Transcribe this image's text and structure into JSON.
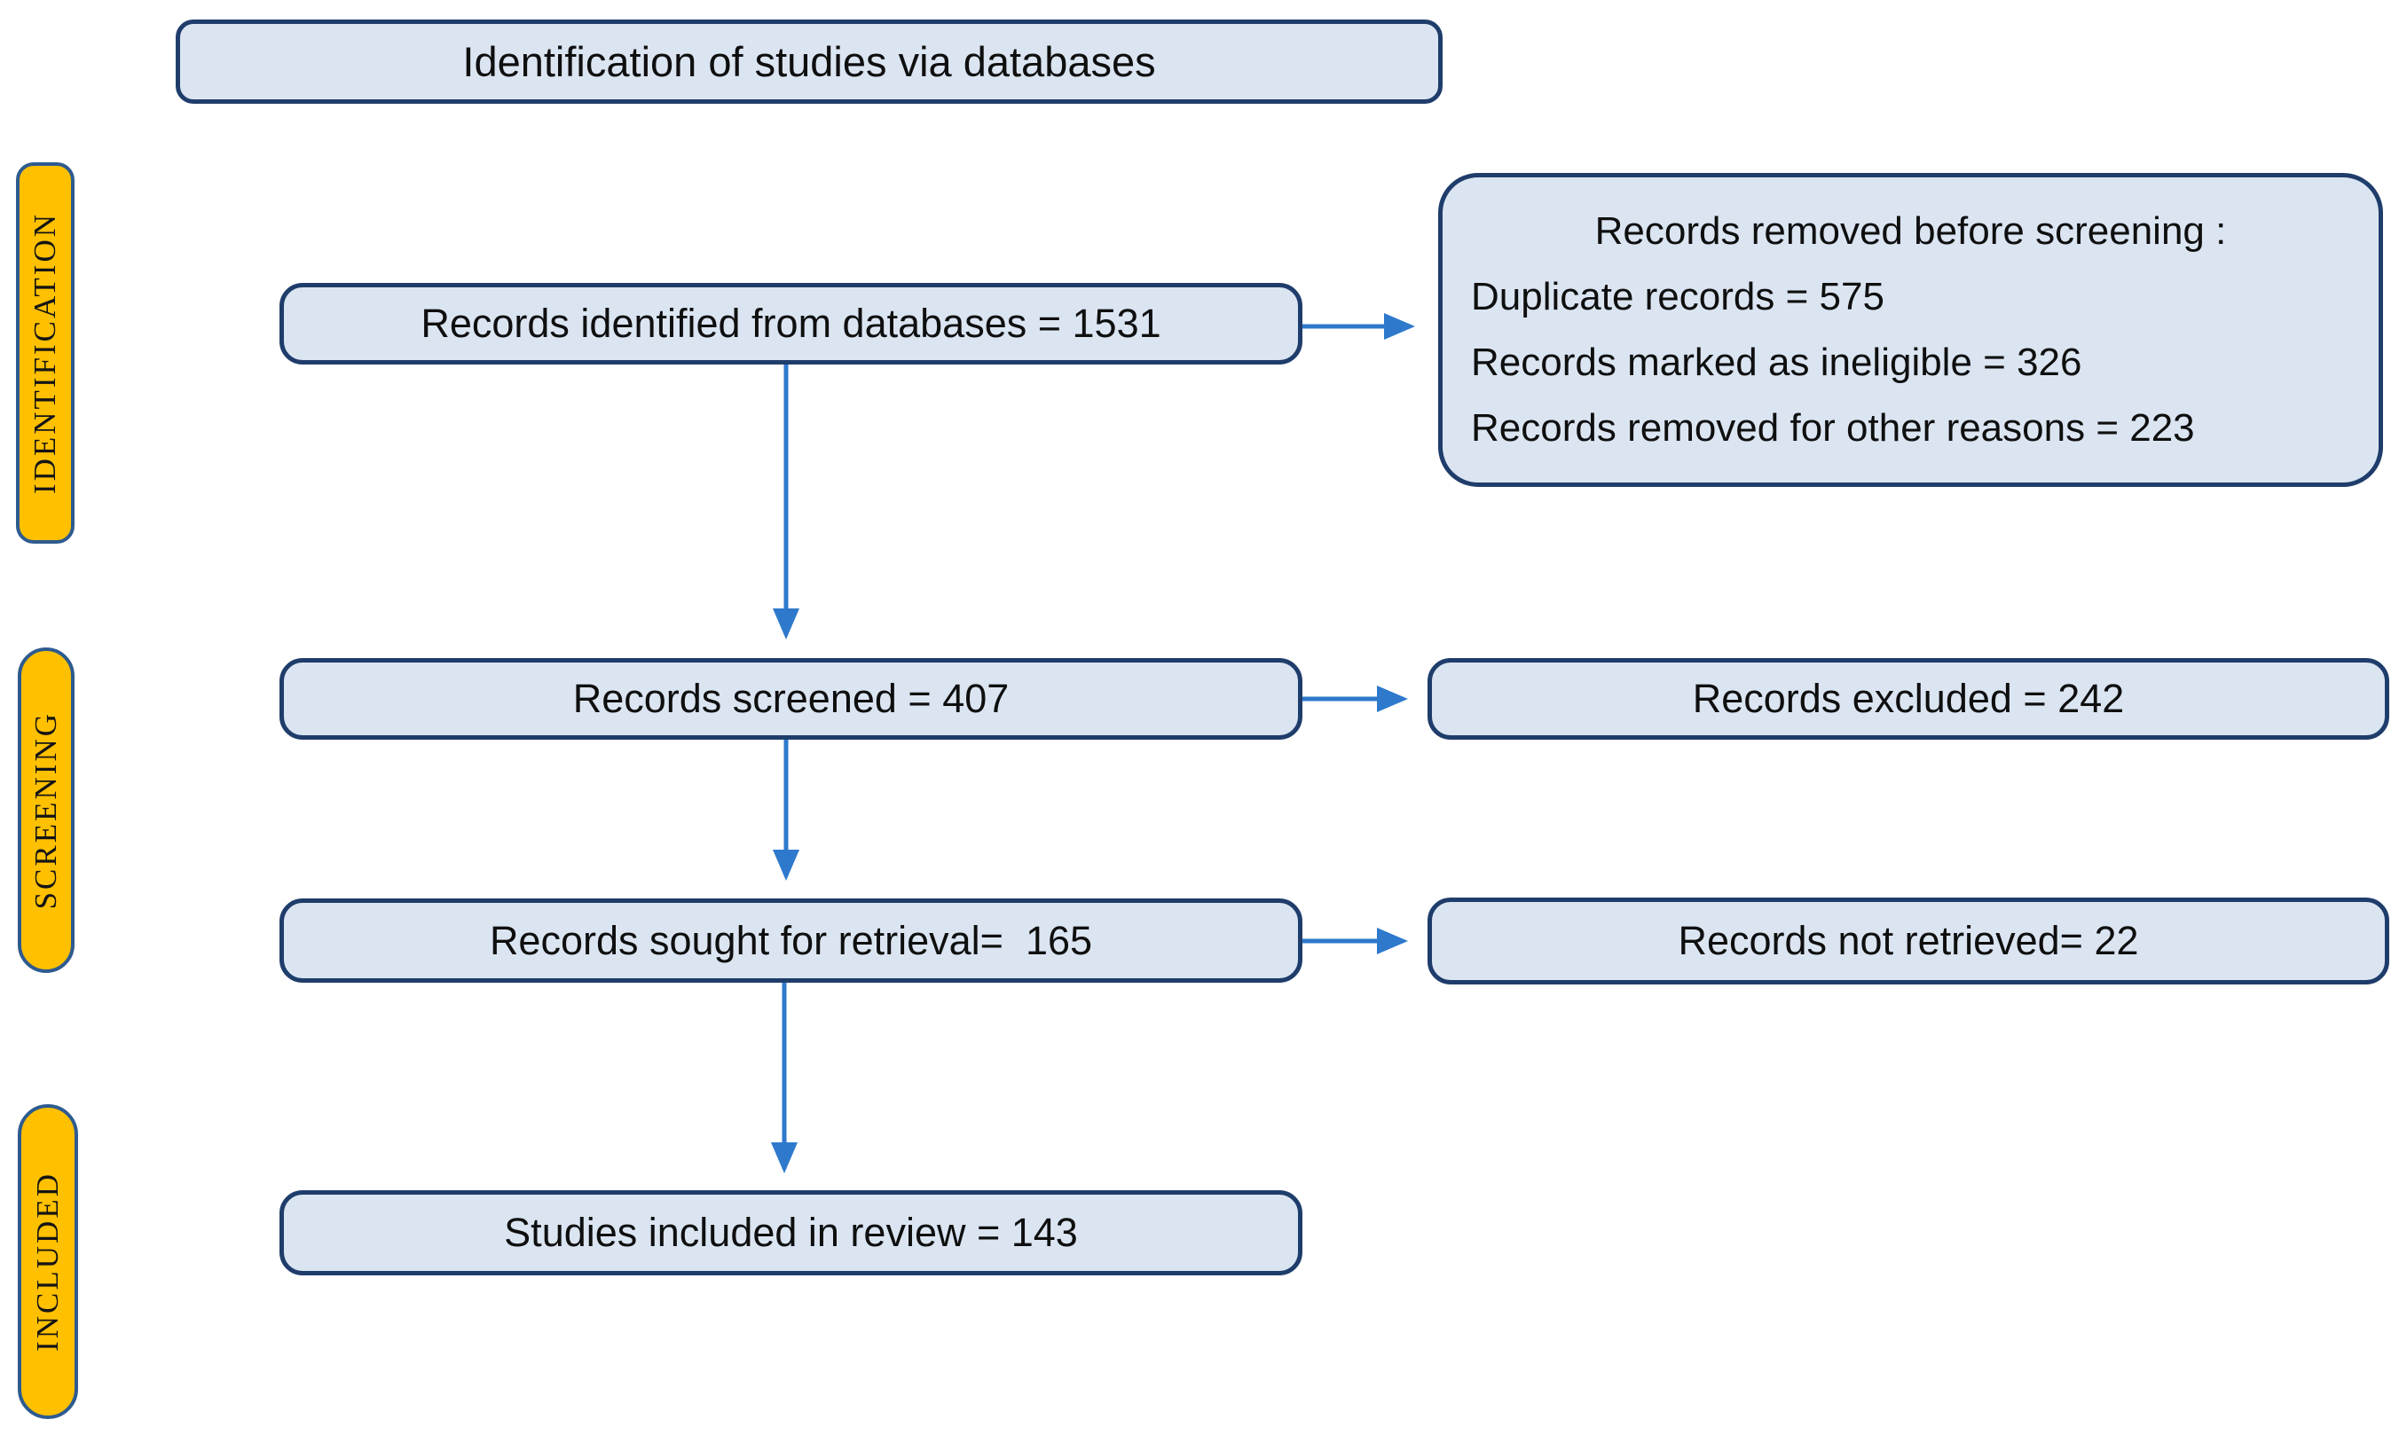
{
  "diagram": {
    "title": "Identification of studies via databases",
    "stage_labels": [
      {
        "id": "identification",
        "label": "IDENTIFICATION"
      },
      {
        "id": "screening",
        "label": "SCREENING"
      },
      {
        "id": "included",
        "label": "INCLUDED"
      }
    ],
    "main_flow": [
      {
        "label": "Records identified from databases = 1531",
        "value": 1531
      },
      {
        "label": "Records screened = 407",
        "value": 407
      },
      {
        "label": "Records sought for retrieval=  165",
        "value": 165
      },
      {
        "label": "Studies included in review = 143",
        "value": 143
      }
    ],
    "side_boxes": [
      {
        "heading": "Records removed before screening :",
        "lines": [
          "Duplicate records = 575",
          "Records marked as ineligible = 326",
          "Records removed for other reasons = 223"
        ],
        "values": [
          575,
          326,
          223
        ]
      },
      {
        "label": "Records excluded = 242",
        "value": 242
      },
      {
        "label": "Records not retrieved= 22",
        "value": 22
      }
    ],
    "colors": {
      "box_fill": "#dbe5f2",
      "box_border": "#1f3d6b",
      "arrow": "#2e79cc",
      "stage_fill": "#ffc000",
      "stage_border": "#2e5b8f",
      "text": "#0f0f0f"
    }
  }
}
